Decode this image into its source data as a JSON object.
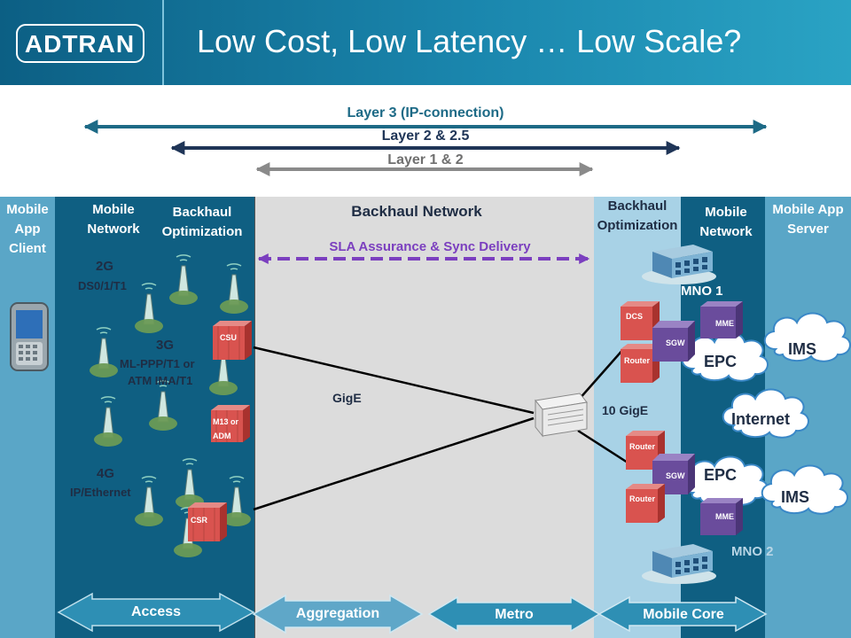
{
  "header": {
    "logo_text": "ADTRAN",
    "title": "Low Cost, Low Latency … Low Scale?"
  },
  "layers": {
    "layer3": "Layer 3 (IP-connection)",
    "layer2": "Layer 2 & 2.5",
    "layer1": "Layer 1 & 2"
  },
  "columns": {
    "mobile_app_client": "Mobile App Client",
    "mobile_network_left": "Mobile Network",
    "backhaul_opt_left": "Backhaul Optimization",
    "backhaul_network": "Backhaul Network",
    "sla": "SLA Assurance & Sync Delivery",
    "backhaul_opt_right": "Backhaul Optimization",
    "mobile_network_right": "Mobile Network",
    "mobile_app_server": "Mobile App Server"
  },
  "access_tech": {
    "g2": "2G",
    "g2_sub": "DS0/1/T1",
    "g3": "3G",
    "g3_sub1": "ML-PPP/T1 or",
    "g3_sub2": "ATM IMA/T1",
    "g4": "4G",
    "g4_sub": "IP/Ethernet"
  },
  "devices": {
    "csu": "CSU",
    "m13_1": "M13 or",
    "m13_2": "ADM",
    "csr": "CSR",
    "dcs": "DCS",
    "router": "Router",
    "sgw": "SGW",
    "mme": "MME"
  },
  "links": {
    "gige": "GigE",
    "ten_gige": "10 GigE"
  },
  "core": {
    "mno1": "MNO 1",
    "mno2": "MNO 2",
    "epc": "EPC",
    "ims": "IMS",
    "internet": "Internet"
  },
  "segments": {
    "access": "Access",
    "aggregation": "Aggregation",
    "metro": "Metro",
    "mobile_core": "Mobile Core"
  },
  "colors": {
    "header": "#1a86ad",
    "dark_column": "#0f5f82",
    "light_column": "#5aa6c7",
    "gray_band": "#dcdcdc",
    "sla_purple": "#7b3fbf",
    "router_red": "#d9534f",
    "sgw_purple": "#6a4c9c"
  }
}
